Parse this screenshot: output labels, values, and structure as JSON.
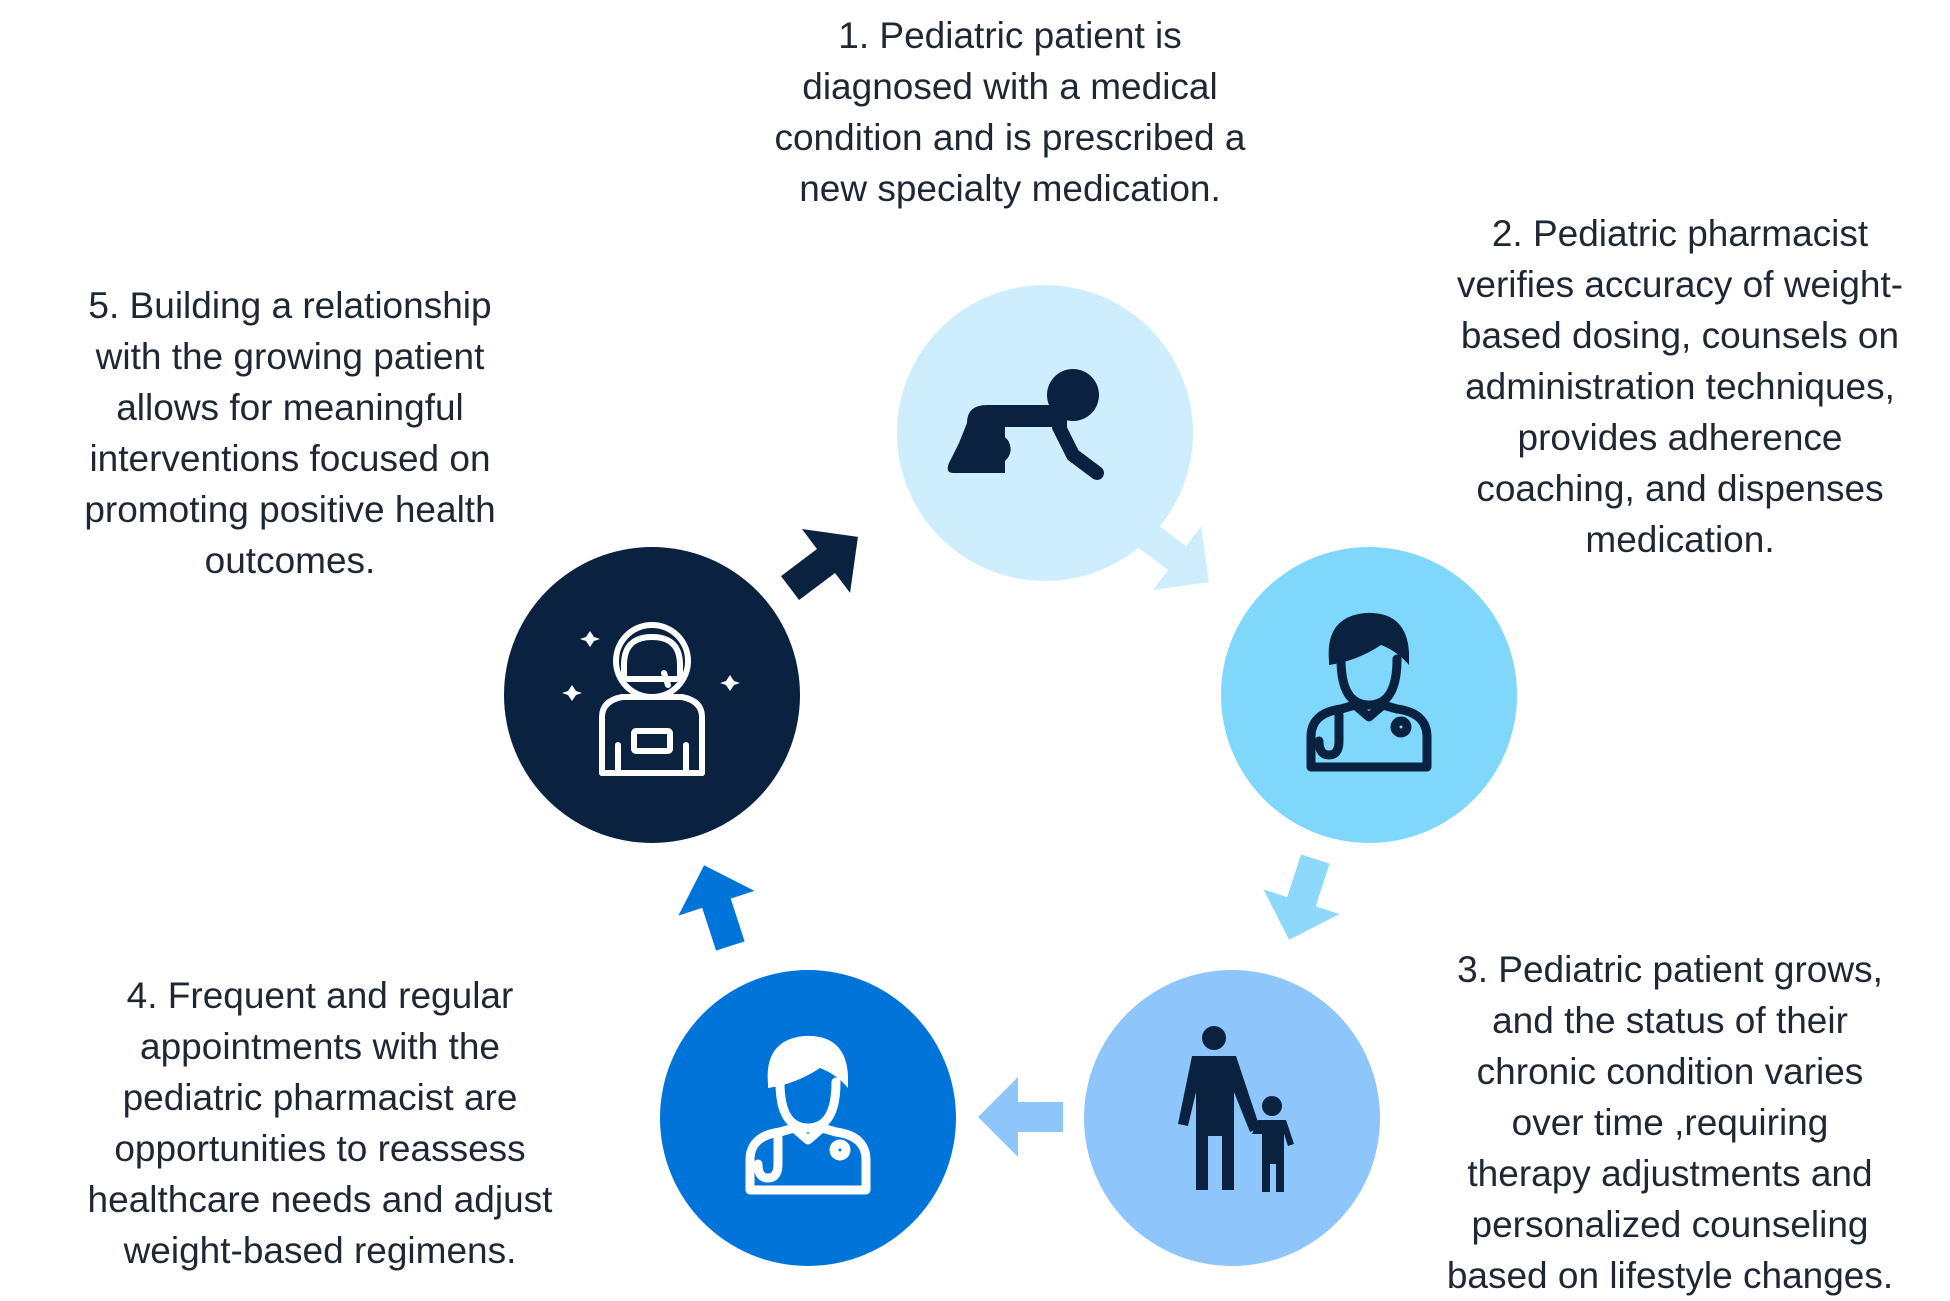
{
  "steps": [
    {
      "number": "1",
      "text": "1. Pediatric patient is\ndiagnosed with a medical\ncondition and is prescribed a\nnew specialty medication.",
      "icon": "crawling-baby-icon",
      "color": "#cfeefd"
    },
    {
      "number": "2",
      "text": "2. Pediatric pharmacist\nverifies accuracy of weight-\nbased dosing, counsels on\nadministration techniques,\nprovides adherence\ncoaching, and dispenses\nmedication.",
      "icon": "pharmacist-icon",
      "color": "#7fd8fb"
    },
    {
      "number": "3",
      "text": "3. Pediatric patient grows,\nand the status of their\nchronic condition varies\nover time ,requiring\ntherapy adjustments and\npersonalized counseling\nbased on lifestyle changes.",
      "icon": "adult-holding-child-icon",
      "color": "#8ec5fb"
    },
    {
      "number": "4",
      "text": "4. Frequent and regular\nappointments with the\npediatric pharmacist are\nopportunities to reassess\nhealthcare needs and adjust\nweight-based regimens.",
      "icon": "pharmacist-icon",
      "color": "#0074d9"
    },
    {
      "number": "5",
      "text": "5. Building a relationship\nwith the growing patient\nallows for meaningful\ninterventions focused on\npromoting positive health\noutcomes.",
      "icon": "astronaut-icon",
      "color": "#0a2240"
    }
  ],
  "arrow_colors": [
    "#cfeefd",
    "#8ed9fb",
    "#8ec5fb",
    "#0074d9",
    "#0a2240"
  ],
  "icon_dark": "#0a2240",
  "icon_light": "#ffffff"
}
